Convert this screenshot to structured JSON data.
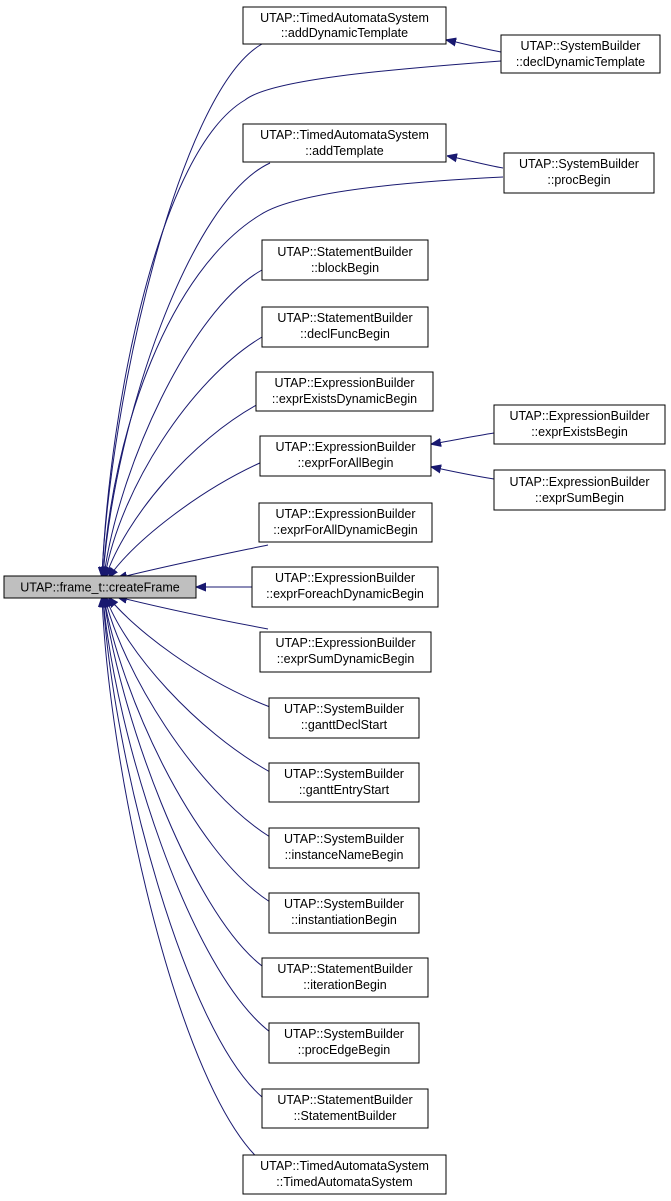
{
  "colors": {
    "edge": "#191970",
    "root_fill": "#bfbfbf",
    "node_fill": "#ffffff",
    "border": "#000000"
  },
  "root": {
    "label": "UTAP::frame_t::createFrame"
  },
  "callers": [
    {
      "line1": "UTAP::TimedAutomataSystem",
      "line2": "::addDynamicTemplate"
    },
    {
      "line1": "UTAP::SystemBuilder",
      "line2": "::declDynamicTemplate"
    },
    {
      "line1": "UTAP::TimedAutomataSystem",
      "line2": "::addTemplate"
    },
    {
      "line1": "UTAP::SystemBuilder",
      "line2": "::procBegin"
    },
    {
      "line1": "UTAP::StatementBuilder",
      "line2": "::blockBegin"
    },
    {
      "line1": "UTAP::StatementBuilder",
      "line2": "::declFuncBegin"
    },
    {
      "line1": "UTAP::ExpressionBuilder",
      "line2": "::exprExistsDynamicBegin"
    },
    {
      "line1": "UTAP::ExpressionBuilder",
      "line2": "::exprForAllBegin"
    },
    {
      "line1": "UTAP::ExpressionBuilder",
      "line2": "::exprExistsBegin"
    },
    {
      "line1": "UTAP::ExpressionBuilder",
      "line2": "::exprSumBegin"
    },
    {
      "line1": "UTAP::ExpressionBuilder",
      "line2": "::exprForAllDynamicBegin"
    },
    {
      "line1": "UTAP::ExpressionBuilder",
      "line2": "::exprForeachDynamicBegin"
    },
    {
      "line1": "UTAP::ExpressionBuilder",
      "line2": "::exprSumDynamicBegin"
    },
    {
      "line1": "UTAP::SystemBuilder",
      "line2": "::ganttDeclStart"
    },
    {
      "line1": "UTAP::SystemBuilder",
      "line2": "::ganttEntryStart"
    },
    {
      "line1": "UTAP::SystemBuilder",
      "line2": "::instanceNameBegin"
    },
    {
      "line1": "UTAP::SystemBuilder",
      "line2": "::instantiationBegin"
    },
    {
      "line1": "UTAP::StatementBuilder",
      "line2": "::iterationBegin"
    },
    {
      "line1": "UTAP::SystemBuilder",
      "line2": "::procEdgeBegin"
    },
    {
      "line1": "UTAP::StatementBuilder",
      "line2": "::StatementBuilder"
    },
    {
      "line1": "UTAP::TimedAutomataSystem",
      "line2": "::TimedAutomataSystem"
    }
  ]
}
